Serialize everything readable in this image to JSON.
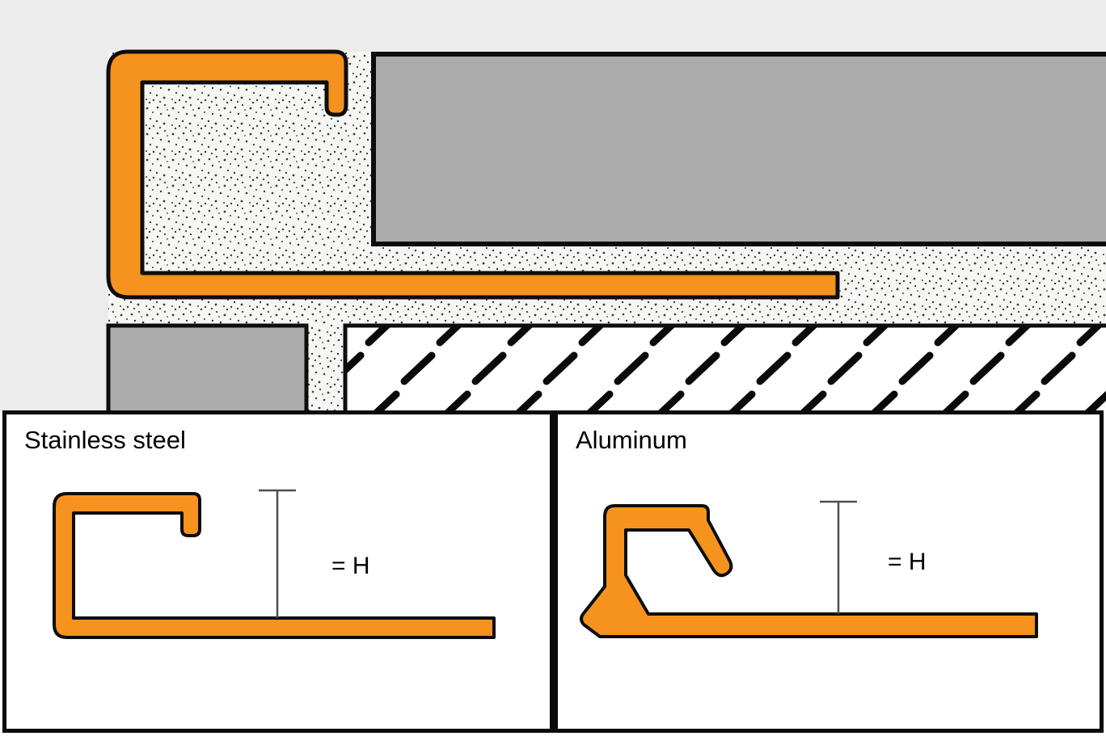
{
  "colors": {
    "profile_orange": "#F6921E",
    "tile_gray": "#ABABAB",
    "background": "#ECECEC",
    "outline": "#0D0D0D"
  },
  "panels": [
    {
      "title": "Stainless steel",
      "dim_label": "= H"
    },
    {
      "title": "Aluminum",
      "dim_label": "= H"
    }
  ]
}
